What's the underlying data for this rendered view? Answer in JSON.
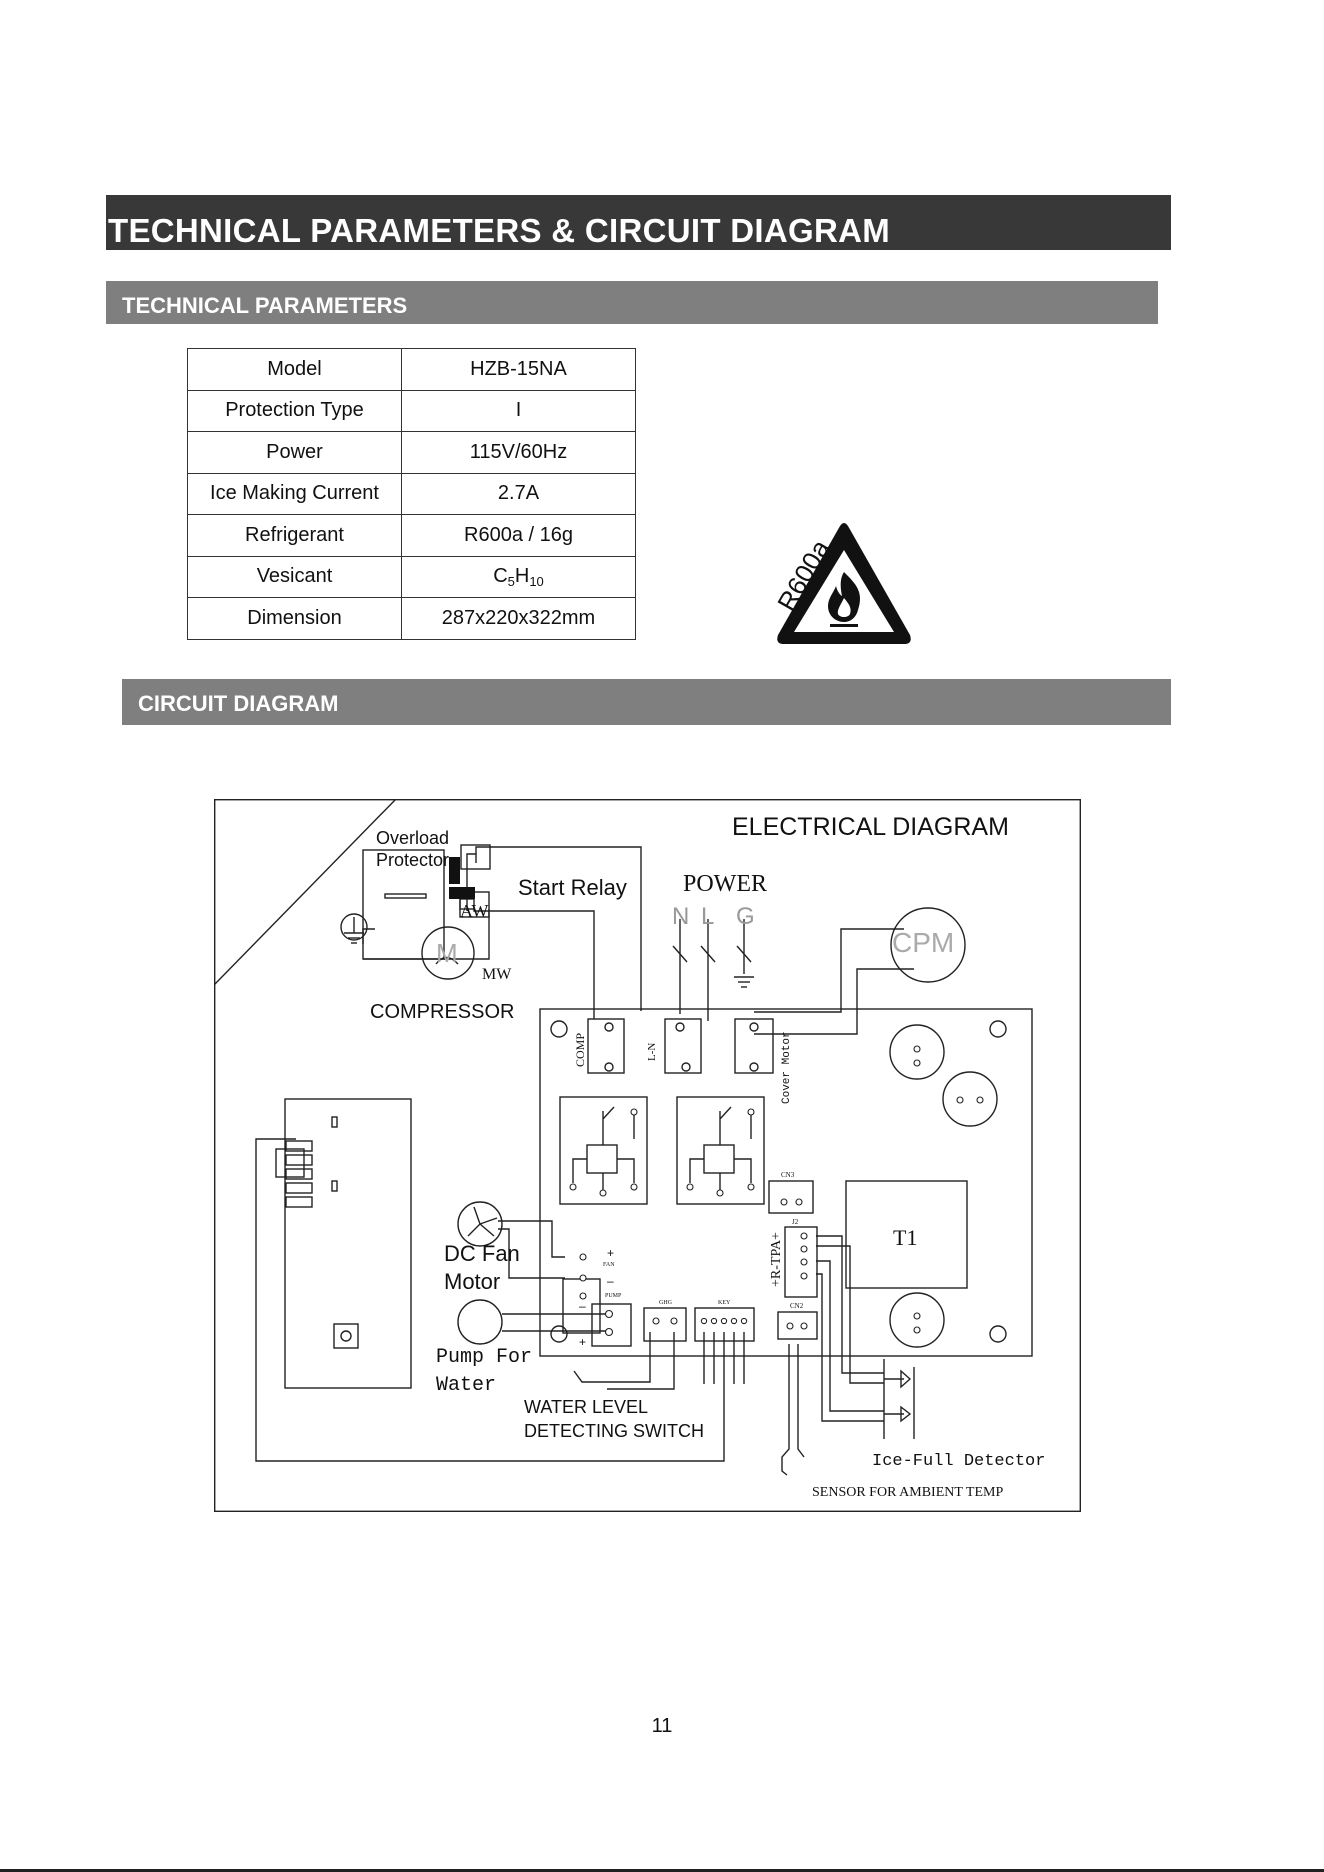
{
  "header": {
    "title": "TECHNICAL PARAMETERS & CIRCUIT DIAGRAM"
  },
  "section1": {
    "title": "TECHNICAL PARAMETERS"
  },
  "params": [
    {
      "label": "Model",
      "value": "HZB-15NA"
    },
    {
      "label": "Protection Type",
      "value": "I"
    },
    {
      "label": "Power",
      "value": "115V/60Hz"
    },
    {
      "label": "Ice Making Current",
      "value": "2.7A"
    },
    {
      "label": "Refrigerant",
      "value": "R600a / 16g"
    },
    {
      "label": "Vesicant",
      "value": "C",
      "sub1": "5",
      "value_mid": "H",
      "sub2": "10"
    },
    {
      "label": "Dimension",
      "value": "287x220x322mm"
    }
  ],
  "warning": {
    "label": "R600a",
    "icon": "flammable-warning-icon"
  },
  "section2": {
    "title": "CIRCUIT DIAGRAM"
  },
  "diagram": {
    "title": "ELECTRICAL DIAGRAM",
    "overload_1": "Overload",
    "overload_2": "Protector",
    "start_relay": "Start Relay",
    "power": "POWER",
    "n": "N",
    "l": "L",
    "g": "G",
    "aw": "AW",
    "mw": "MW",
    "m": "M",
    "compressor": "COMPRESSOR",
    "cpm": "CPM",
    "comp": "COMP",
    "ln": "L-N",
    "cover_motor": "Cover Motor",
    "cn3": "CN3",
    "j2": "J2",
    "rtpa": "+R-TPA+",
    "t1": "T1",
    "cn2": "CN2",
    "dc_fan_1": "DC Fan",
    "dc_fan_2": "Motor",
    "fan": "FAN",
    "plus": "+",
    "minus": "–",
    "pump": "PUMP",
    "ghg": "GHG",
    "key": "KEY",
    "pump_water_1": "Pump For",
    "pump_water_2": "Water",
    "wl_1": "WATER LEVEL",
    "wl_2": "DETECTING SWITCH",
    "ice_full": "Ice-Full Detector",
    "sensor": "SENSOR FOR AMBIENT TEMP"
  },
  "page_number": "11"
}
